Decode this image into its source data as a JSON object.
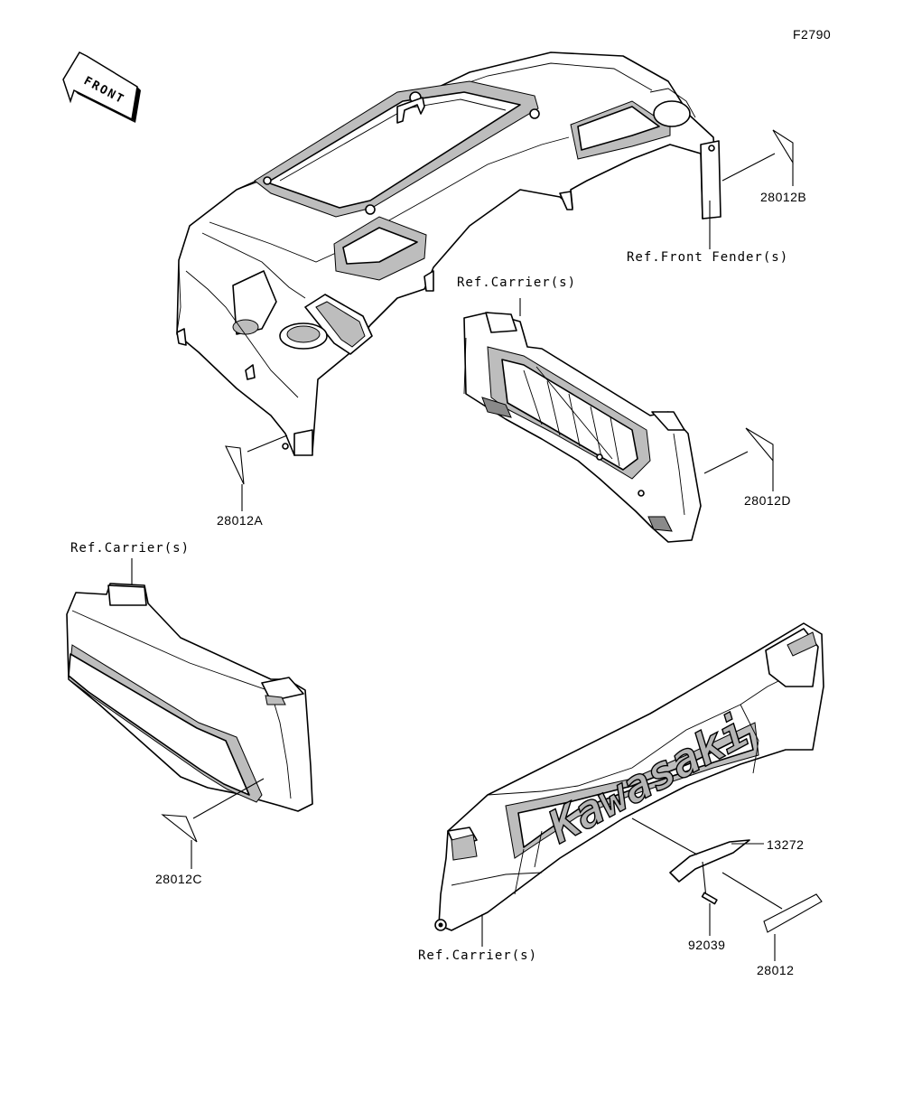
{
  "figure_code": "F2790",
  "front_arrow": {
    "text": "FRONT"
  },
  "labels": {
    "part_28012A": "28012A",
    "part_28012B": "28012B",
    "part_28012C": "28012C",
    "part_28012D": "28012D",
    "part_13272": "13272",
    "part_92039": "92039",
    "part_28012": "28012",
    "ref_front_fender": "Ref.Front Fender(s)",
    "ref_carrier_1": "Ref.Carrier(s)",
    "ref_carrier_2": "Ref.Carrier(s)",
    "ref_carrier_3": "Ref.Carrier(s)"
  },
  "logo_text": "Kawasaki"
}
